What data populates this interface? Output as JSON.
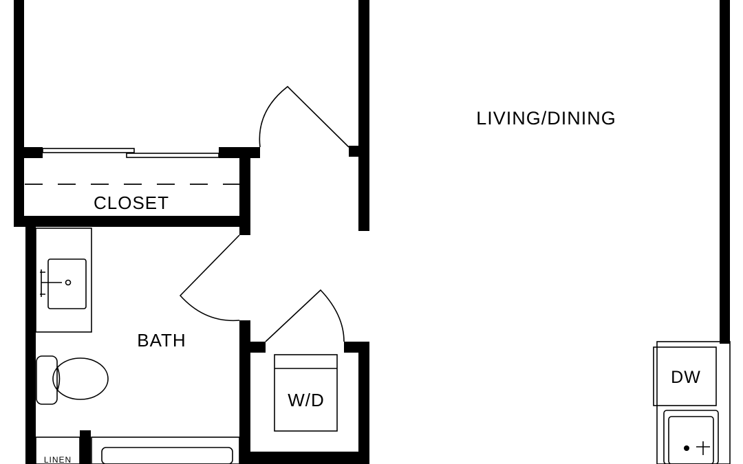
{
  "rooms": {
    "living_dining": "LIVING/DINING",
    "closet": "CLOSET",
    "bath": "BATH",
    "washer_dryer": "W/D",
    "dishwasher": "DW",
    "linen": "LINEN"
  },
  "colors": {
    "wall": "#000000",
    "background": "#ffffff"
  }
}
